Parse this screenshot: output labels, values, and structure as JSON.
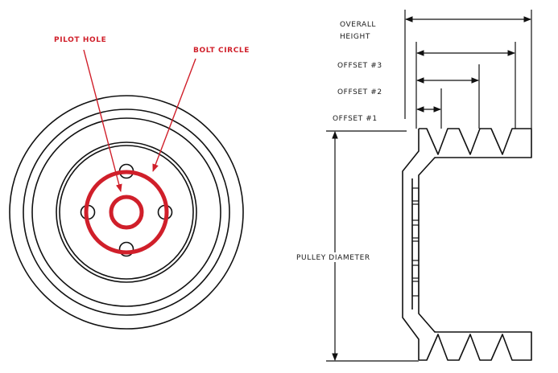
{
  "front_view": {
    "labels": {
      "pilot_hole": "PILOT HOLE",
      "bolt_circle": "BOLT CIRCLE"
    }
  },
  "side_view": {
    "labels": {
      "overall_height_line1": "OVERALL",
      "overall_height_line2": "HEIGHT",
      "offset_3": "OFFSET #3",
      "offset_2": "OFFSET #2",
      "offset_1": "OFFSET #1",
      "pulley_diameter": "PULLEY DIAMETER"
    }
  },
  "colors": {
    "annotation_red": "#d01f2a",
    "line_black": "#111111",
    "background": "#ffffff"
  }
}
